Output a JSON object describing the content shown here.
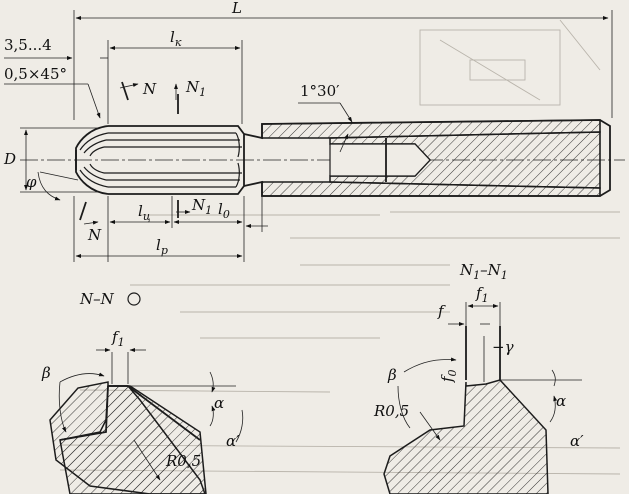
{
  "figure": {
    "labels": {
      "L": "L",
      "lk": "l",
      "lk_sub": "к",
      "chamfer_len": "3,5...4",
      "chamfer": "0,5×45°",
      "N_top": "N",
      "N1_top": "N",
      "N1_top_sub": "1",
      "taper": "1°30′",
      "D": "D",
      "phi": "φ",
      "lc": "l",
      "lc_sub": "ц",
      "N1_bot": "N",
      "N1_bot_sub": "1",
      "l0": "l",
      "l0_sub": "0",
      "N_bot": "N",
      "lp": "l",
      "lp_sub": "р"
    }
  },
  "section_left": {
    "title": "N–N",
    "f1": "f",
    "f1_sub": "1",
    "beta": "β",
    "alpha": "α",
    "alpha_prime": "α′",
    "radius": "R0,5"
  },
  "section_right": {
    "title": "N",
    "title_sub1": "1",
    "title_dash": "–N",
    "title_sub2": "1",
    "f1": "f",
    "f1_sub": "1",
    "f": "f",
    "gamma": "−γ",
    "f0": "f",
    "f0_sub": "0",
    "beta": "β",
    "alpha": "α",
    "alpha_prime": "α′",
    "radius": "R0,5"
  }
}
